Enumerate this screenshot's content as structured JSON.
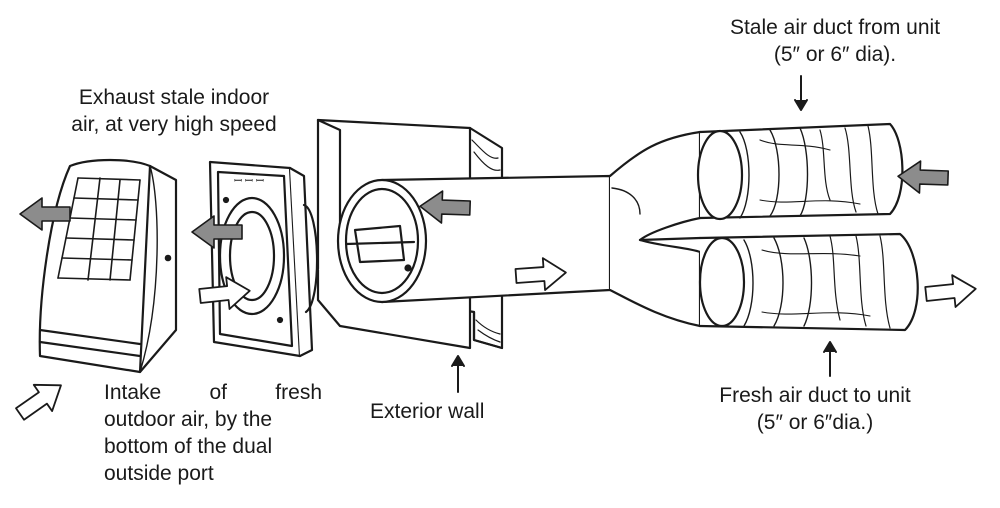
{
  "labels": {
    "exhaust": {
      "line1": "Exhaust stale indoor",
      "line2": "air, at very high speed"
    },
    "intake": {
      "line1": "Intake of fresh",
      "line2": "outdoor air, by the",
      "line3": "bottom of the dual",
      "line4": "outside port"
    },
    "exterior_wall": "Exterior wall",
    "stale_duct": {
      "line1": "Stale air duct from unit",
      "line2": "(5″ or 6″ dia)."
    },
    "fresh_duct": {
      "line1": "Fresh air duct to unit",
      "line2": "(5″ or 6″dia.)"
    }
  },
  "colors": {
    "line": "#1a1a1a",
    "arrow_fill": "#8c8c8c",
    "arrow_hollow": "#ffffff"
  }
}
